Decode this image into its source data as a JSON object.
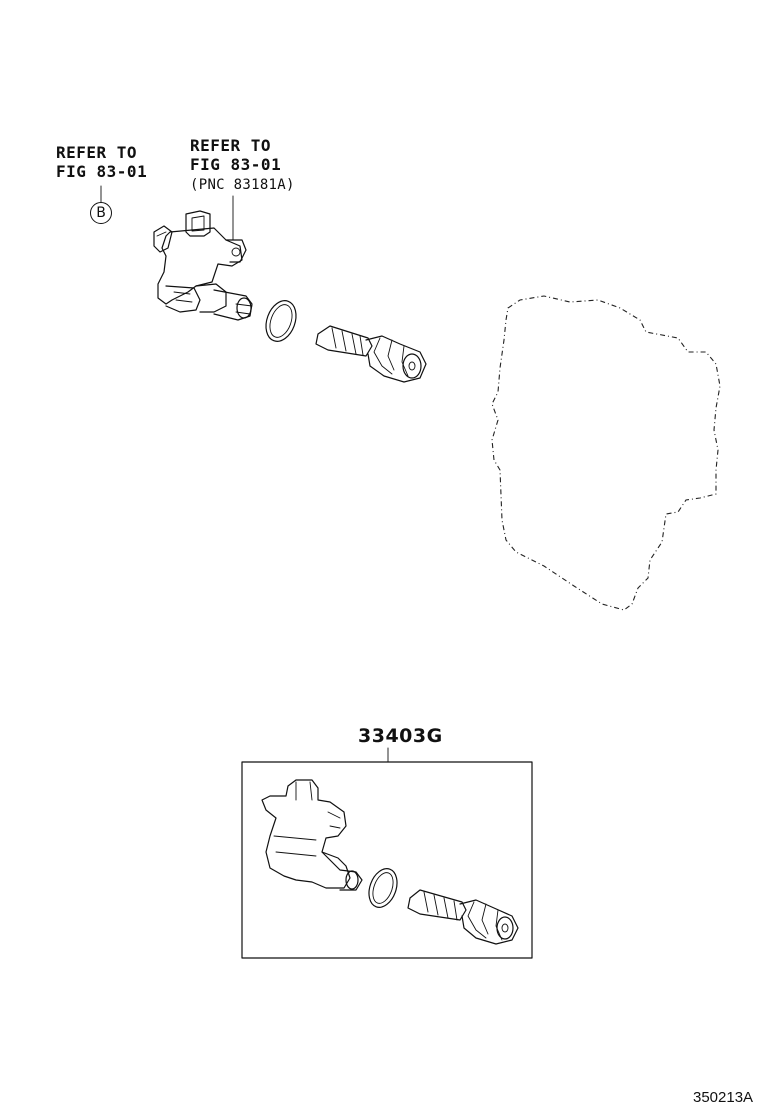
{
  "callouts": {
    "refer_left_line1": "REFER TO",
    "refer_left_line2": "FIG 83-01",
    "circle_letter": "B",
    "refer_right_line1": "REFER TO",
    "refer_right_line2": "FIG 83-01",
    "refer_right_line3": "(PNC 83181A)"
  },
  "assembly": {
    "part_number": "33403G"
  },
  "figure_id": "350213A"
}
